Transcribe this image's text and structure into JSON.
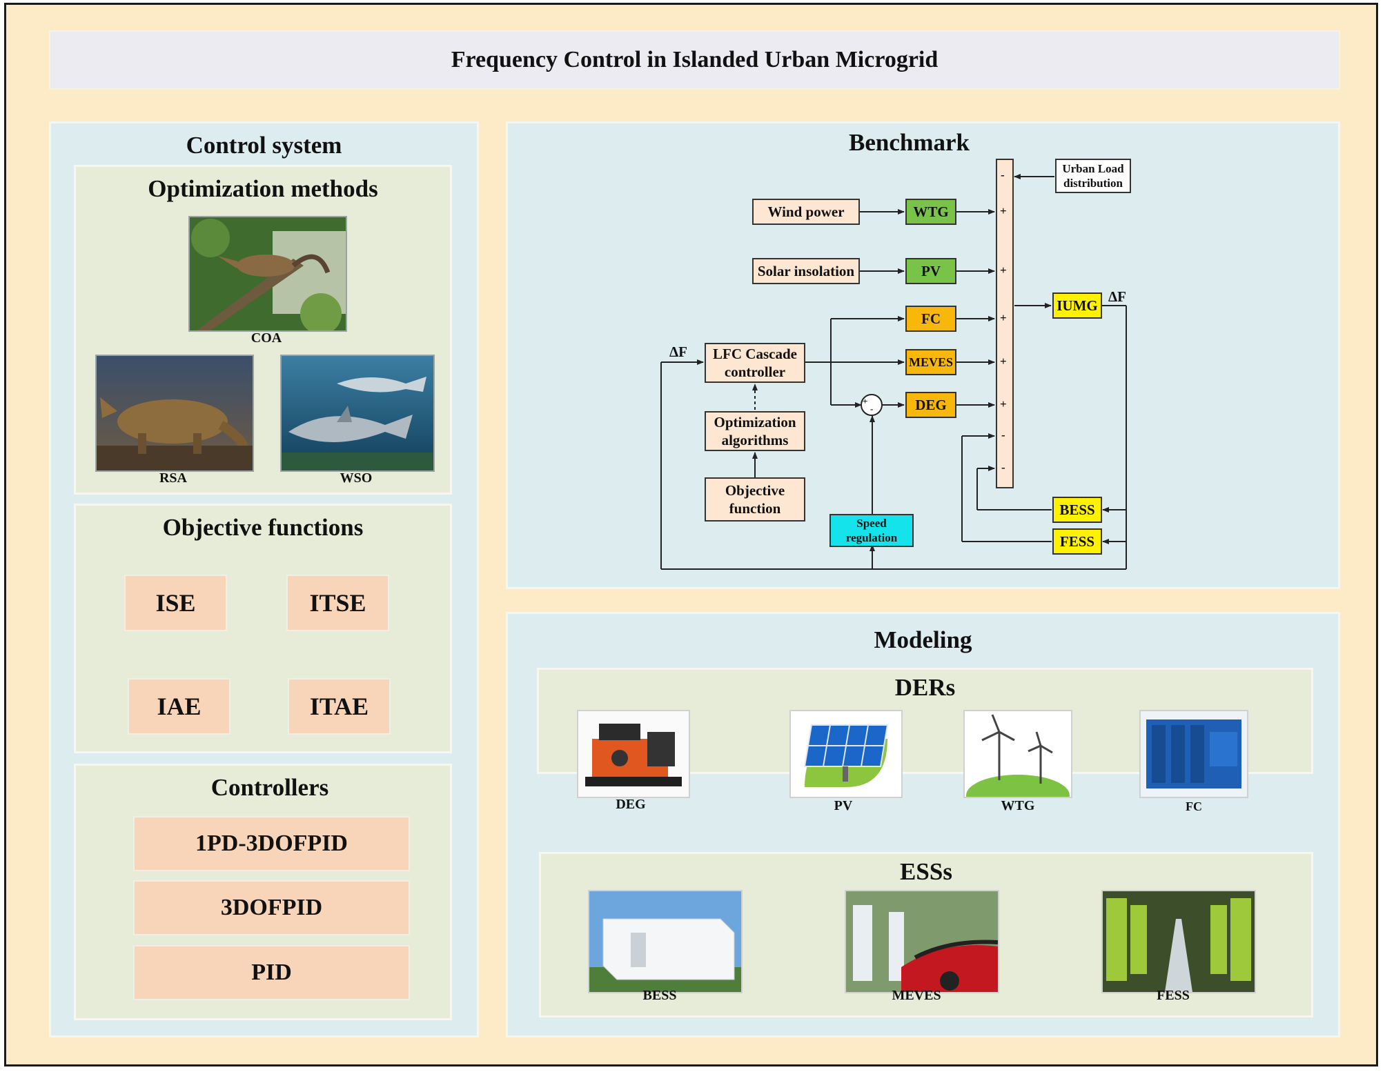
{
  "title": "Frequency Control in Islanded Urban Microgrid",
  "control_system": {
    "title": "Control system",
    "optimization": {
      "title": "Optimization methods",
      "images": [
        "COA",
        "RSA",
        "WSO"
      ]
    },
    "objective": {
      "title": "Objective functions",
      "items": [
        "ISE",
        "ITSE",
        "IAE",
        "ITAE"
      ]
    },
    "controllers": {
      "title": "Controllers",
      "items": [
        "1PD-3DOFPID",
        "3DOFPID",
        "PID"
      ]
    }
  },
  "benchmark": {
    "title": "Benchmark",
    "blocks": {
      "wind_power": "Wind power",
      "solar": "Solar insolation",
      "wtg": "WTG",
      "pv": "PV",
      "fc": "FC",
      "meves": "MEVES",
      "deg": "DEG",
      "lfc": "LFC Cascade controller",
      "opt": "Optimization algorithms",
      "objfun": "Objective function",
      "speed": "Speed regulation",
      "urban": "Urban Load distribution",
      "iumg": "IUMG",
      "bess": "BESS",
      "fess": "FESS"
    },
    "delta_f": "ΔF",
    "signs": [
      "-",
      "+",
      "+",
      "+",
      "+",
      "+",
      "-",
      "-"
    ],
    "sum_signs": [
      "+",
      "-"
    ]
  },
  "modeling": {
    "title": "Modeling",
    "ders": {
      "title": "DERs",
      "items": [
        "DEG",
        "PV",
        "WTG",
        "FC"
      ]
    },
    "esss": {
      "title": "ESSs",
      "items": [
        "BESS",
        "MEVES",
        "FESS"
      ]
    }
  },
  "colors": {
    "background": "#fdebc7",
    "panel": "#dcecef",
    "subpanel": "#e7ecd9",
    "button": "#f8d5b8",
    "green_block": "#79c349",
    "orange_block": "#f8b80b",
    "yellow_block": "#fff200",
    "cyan_block": "#14e3ec"
  }
}
